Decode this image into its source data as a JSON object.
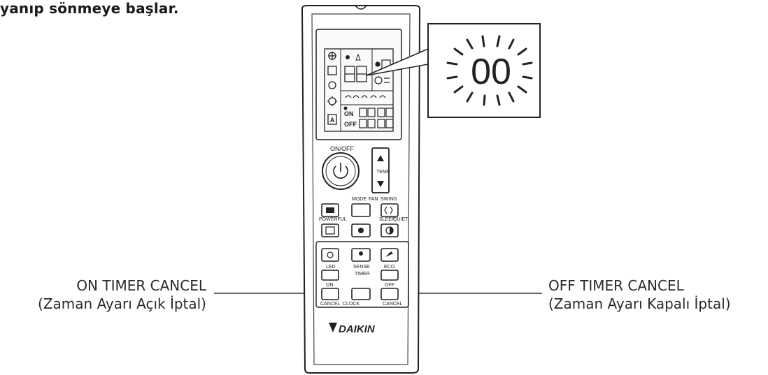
{
  "heading": "yanıp sönmeye başlar.",
  "callouts": {
    "on_timer": {
      "line1": "ON TIMER CANCEL",
      "line2": "(Zaman Ayarı Açık İptal)"
    },
    "off_timer": {
      "line1": "OFF TIMER CANCEL",
      "line2": "(Zaman Ayarı Kapalı İptal)"
    }
  },
  "zoom_display": {
    "digits": "00"
  },
  "lcd": {
    "on": "ON",
    "off": "OFF"
  },
  "buttons": {
    "on_off": "ON/OFF",
    "temp": "TEMP",
    "mode": "MODE",
    "fan": "FAN",
    "swing": "SWING",
    "powerful": "POWERFUL",
    "sleep": "SLEEP",
    "quiet": "QUIET",
    "led": "LED",
    "sense1": "SENSE",
    "sense2": "TIMER",
    "eco": "ECO",
    "on_top": "ON",
    "cancel_left": "CANCEL",
    "clock": "CLOCK",
    "off_top": "OFF",
    "cancel_right": "CANCEL"
  },
  "brand": "DAIKIN"
}
